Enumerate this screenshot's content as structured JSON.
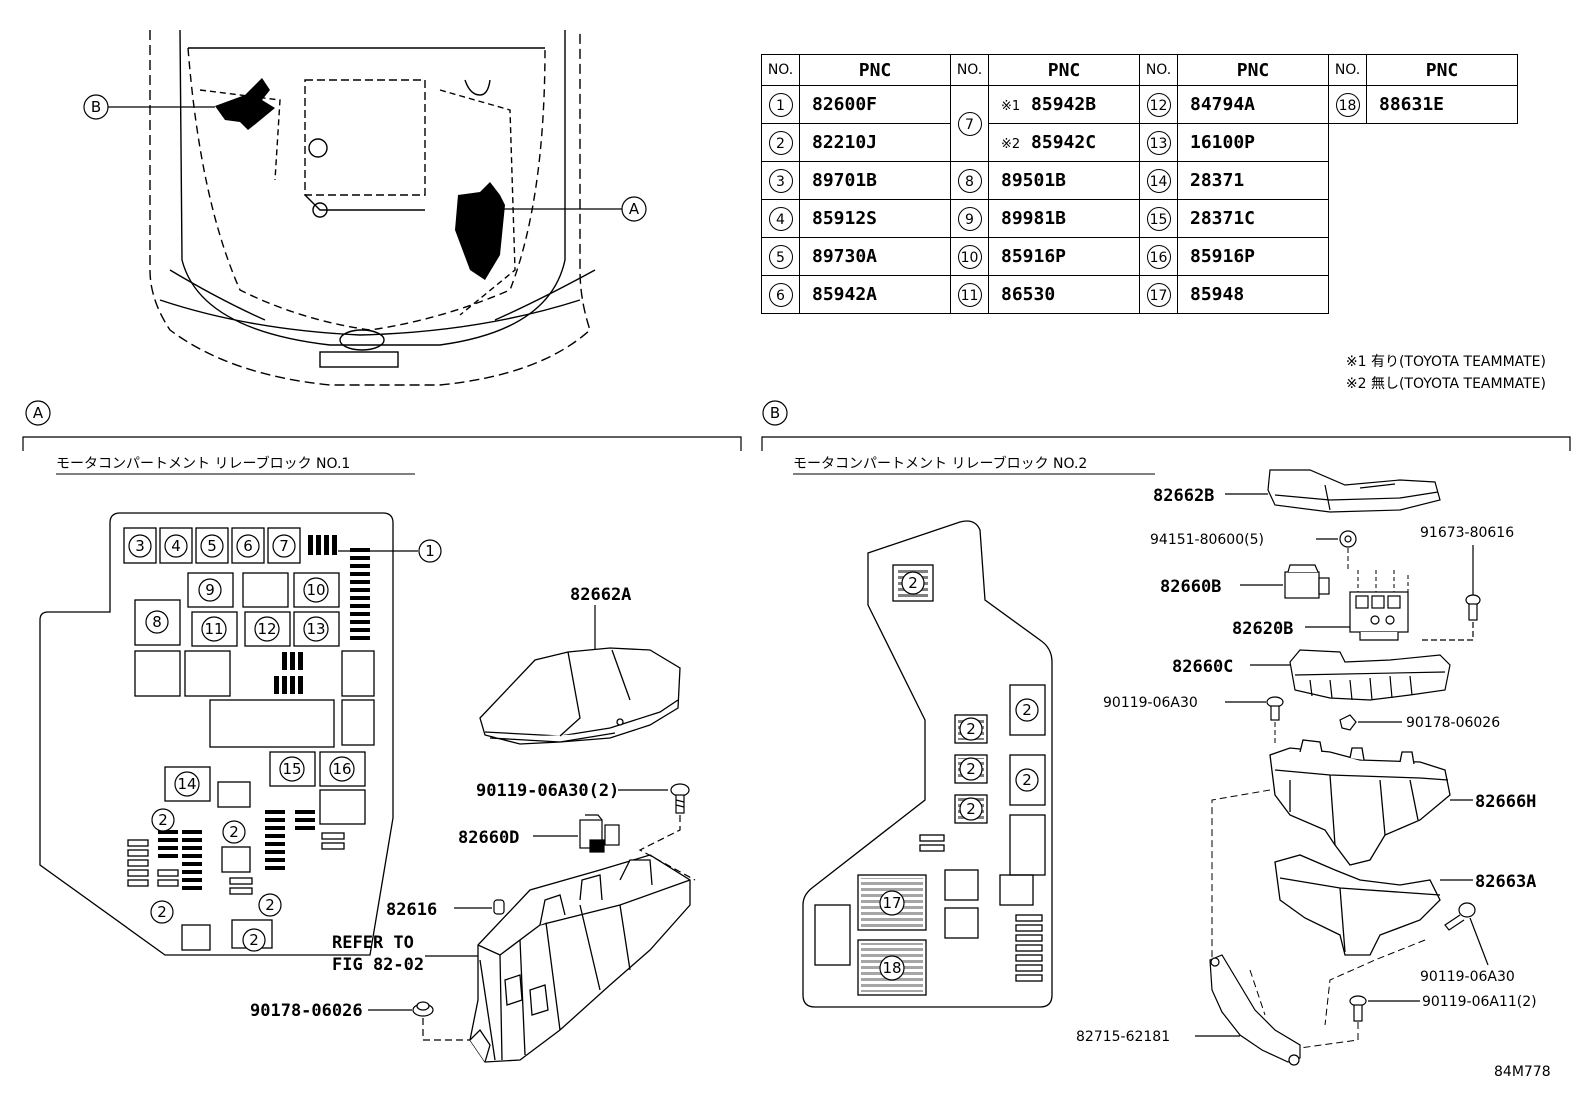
{
  "table": {
    "header_no": "NO.",
    "header_pnc": "PNC",
    "rows": [
      {
        "no": "1",
        "pnc": "82600F"
      },
      {
        "no": "2",
        "pnc": "82210J"
      },
      {
        "no": "3",
        "pnc": "89701B"
      },
      {
        "no": "4",
        "pnc": "85912S"
      },
      {
        "no": "5",
        "pnc": "89730A"
      },
      {
        "no": "6",
        "pnc": "85942A"
      },
      {
        "no": "7",
        "pnc": "85942B",
        "note": "※1"
      },
      {
        "no": "7",
        "pnc": "85942C",
        "note": "※2"
      },
      {
        "no": "8",
        "pnc": "89501B"
      },
      {
        "no": "9",
        "pnc": "89981B"
      },
      {
        "no": "10",
        "pnc": "85916P"
      },
      {
        "no": "11",
        "pnc": "86530"
      },
      {
        "no": "12",
        "pnc": "84794A"
      },
      {
        "no": "13",
        "pnc": "16100P"
      },
      {
        "no": "14",
        "pnc": "28371"
      },
      {
        "no": "15",
        "pnc": "28371C"
      },
      {
        "no": "16",
        "pnc": "85916P"
      },
      {
        "no": "17",
        "pnc": "85948"
      },
      {
        "no": "18",
        "pnc": "88631E"
      }
    ]
  },
  "notes": {
    "n1": "※1 有り(TOYOTA TEAMMATE)",
    "n2": "※2 無し(TOYOTA TEAMMATE)"
  },
  "callouts": {
    "a": "A",
    "b": "B"
  },
  "section_a": {
    "title": "モータコンパートメント リレーブロック NO.1",
    "parts": {
      "cover": "82662A",
      "bolt": "90119-06A30(2)",
      "holder": "82660D",
      "clip": "82616",
      "refer1": "REFER TO",
      "refer2": "FIG 82-02",
      "nut": "90178-06026"
    },
    "block_numbers": [
      "3",
      "4",
      "5",
      "6",
      "7",
      "9",
      "10",
      "8",
      "11",
      "12",
      "13",
      "14",
      "15",
      "16",
      "2",
      "2",
      "2",
      "2",
      "2",
      "1"
    ]
  },
  "section_b": {
    "title": "モータコンパートメント リレーブロック NO.2",
    "parts": {
      "cover": "82662B",
      "grommet": "94151-80600(5)",
      "screw": "91673-80616",
      "holder": "82660B",
      "bracket": "82620B",
      "block": "82660C",
      "bolt": "90119-06A30",
      "nut": "90178-06026",
      "case": "82666H",
      "lower": "82663A",
      "bolt2": "90119-06A30",
      "bolt3": "90119-06A11(2)",
      "stay": "82715-62181"
    },
    "block_numbers": [
      "2",
      "2",
      "2",
      "2",
      "2",
      "2",
      "17",
      "18"
    ]
  },
  "figure_code": "84M778"
}
